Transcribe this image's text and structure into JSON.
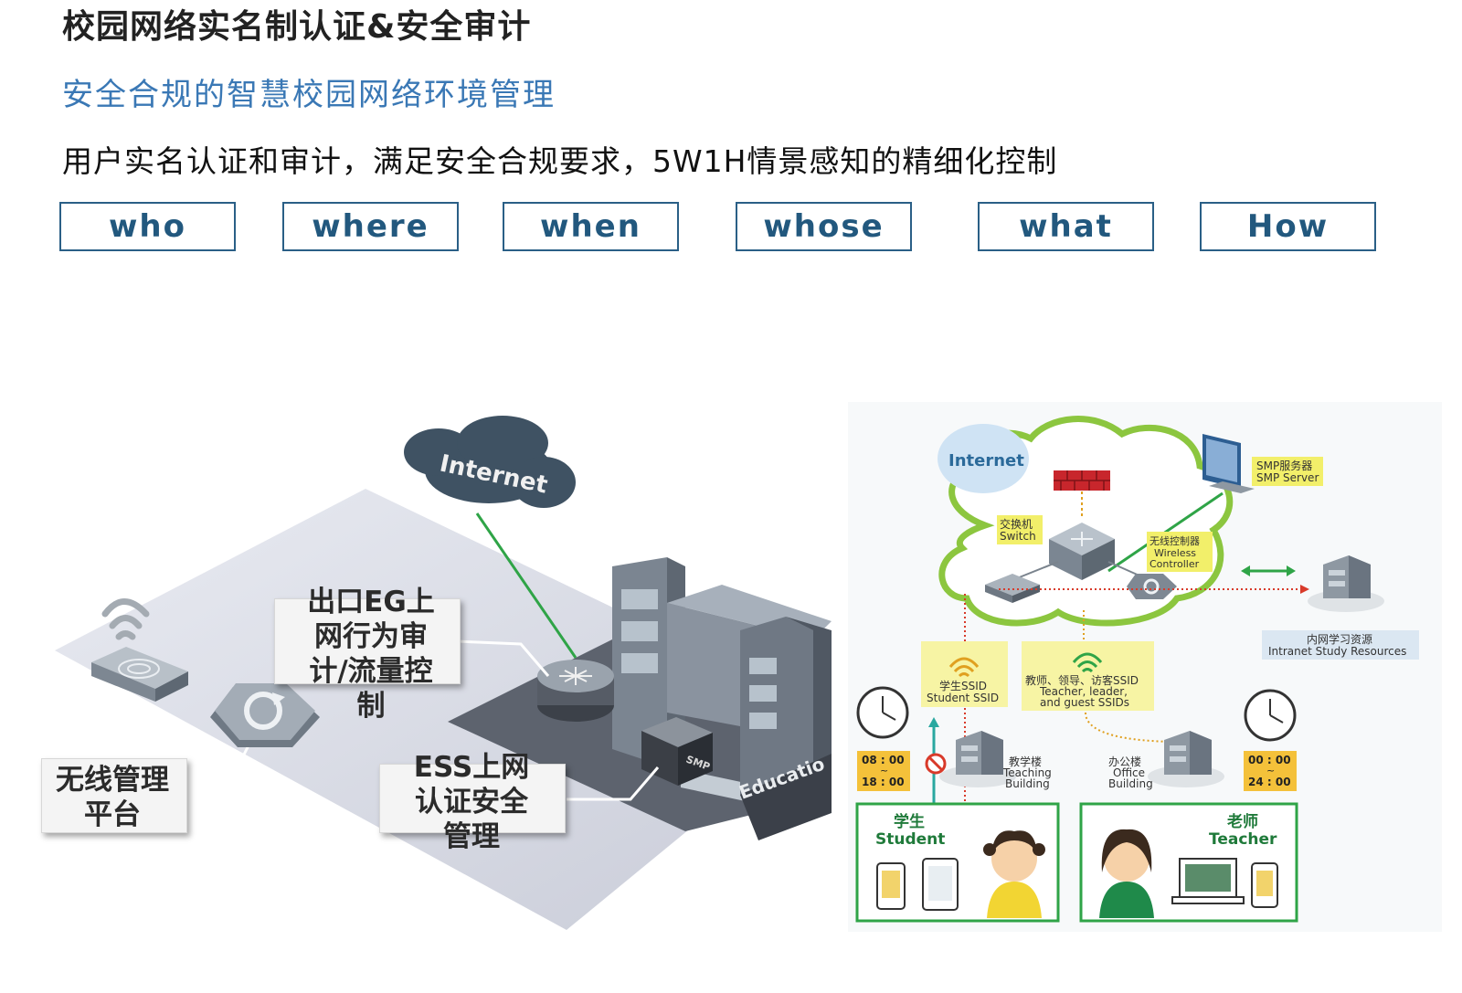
{
  "header": {
    "title": "校园网络实名制认证&安全审计",
    "subtitle": "安全合规的智慧校园网络环境管理",
    "description": "用户实名认证和审计，满足安全合规要求，5W1H情景感知的精细化控制"
  },
  "tags": [
    "who",
    "where",
    "when",
    "whose",
    "what",
    "How"
  ],
  "left_diagram": {
    "cloud_label": "Internet",
    "egress_label": "出口EG上网行为审计/流量控制",
    "ess_label": "ESS上网认证安全管理",
    "wireless_label": "无线管理平台",
    "building_label": "Educatio",
    "smp_label": "SMP"
  },
  "right_diagram": {
    "cloud_label": "Internet",
    "smp_server": [
      "SMP服务器",
      "SMP Server"
    ],
    "switch": [
      "交换机",
      "Switch"
    ],
    "controller": [
      "无线控制器",
      "Wireless",
      "Controller"
    ],
    "intranet": [
      "内网学习资源",
      "Intranet Study Resources"
    ],
    "student_ssid": [
      "学生SSID",
      "Student SSID"
    ],
    "teacher_ssid": [
      "教师、领导、访客SSID",
      "Teacher, leader,",
      "and guest SSIDs"
    ],
    "student_time": [
      "08 : 00",
      "~",
      "18 : 00"
    ],
    "teacher_time": [
      "00 : 00",
      "~",
      "24 : 00"
    ],
    "teaching_building": [
      "教学楼",
      "Teaching",
      "Building"
    ],
    "office_building": [
      "办公楼",
      "Office",
      "Building"
    ],
    "student": [
      "学生",
      "Student"
    ],
    "teacher": [
      "老师",
      "Teacher"
    ]
  },
  "colors": {
    "accent_blue": "#3a78b5",
    "tag_border": "#2a5f86",
    "green": "#5dbb3a",
    "yellow_label": "#f2ef6a",
    "red_dotted": "#d83a2a"
  }
}
